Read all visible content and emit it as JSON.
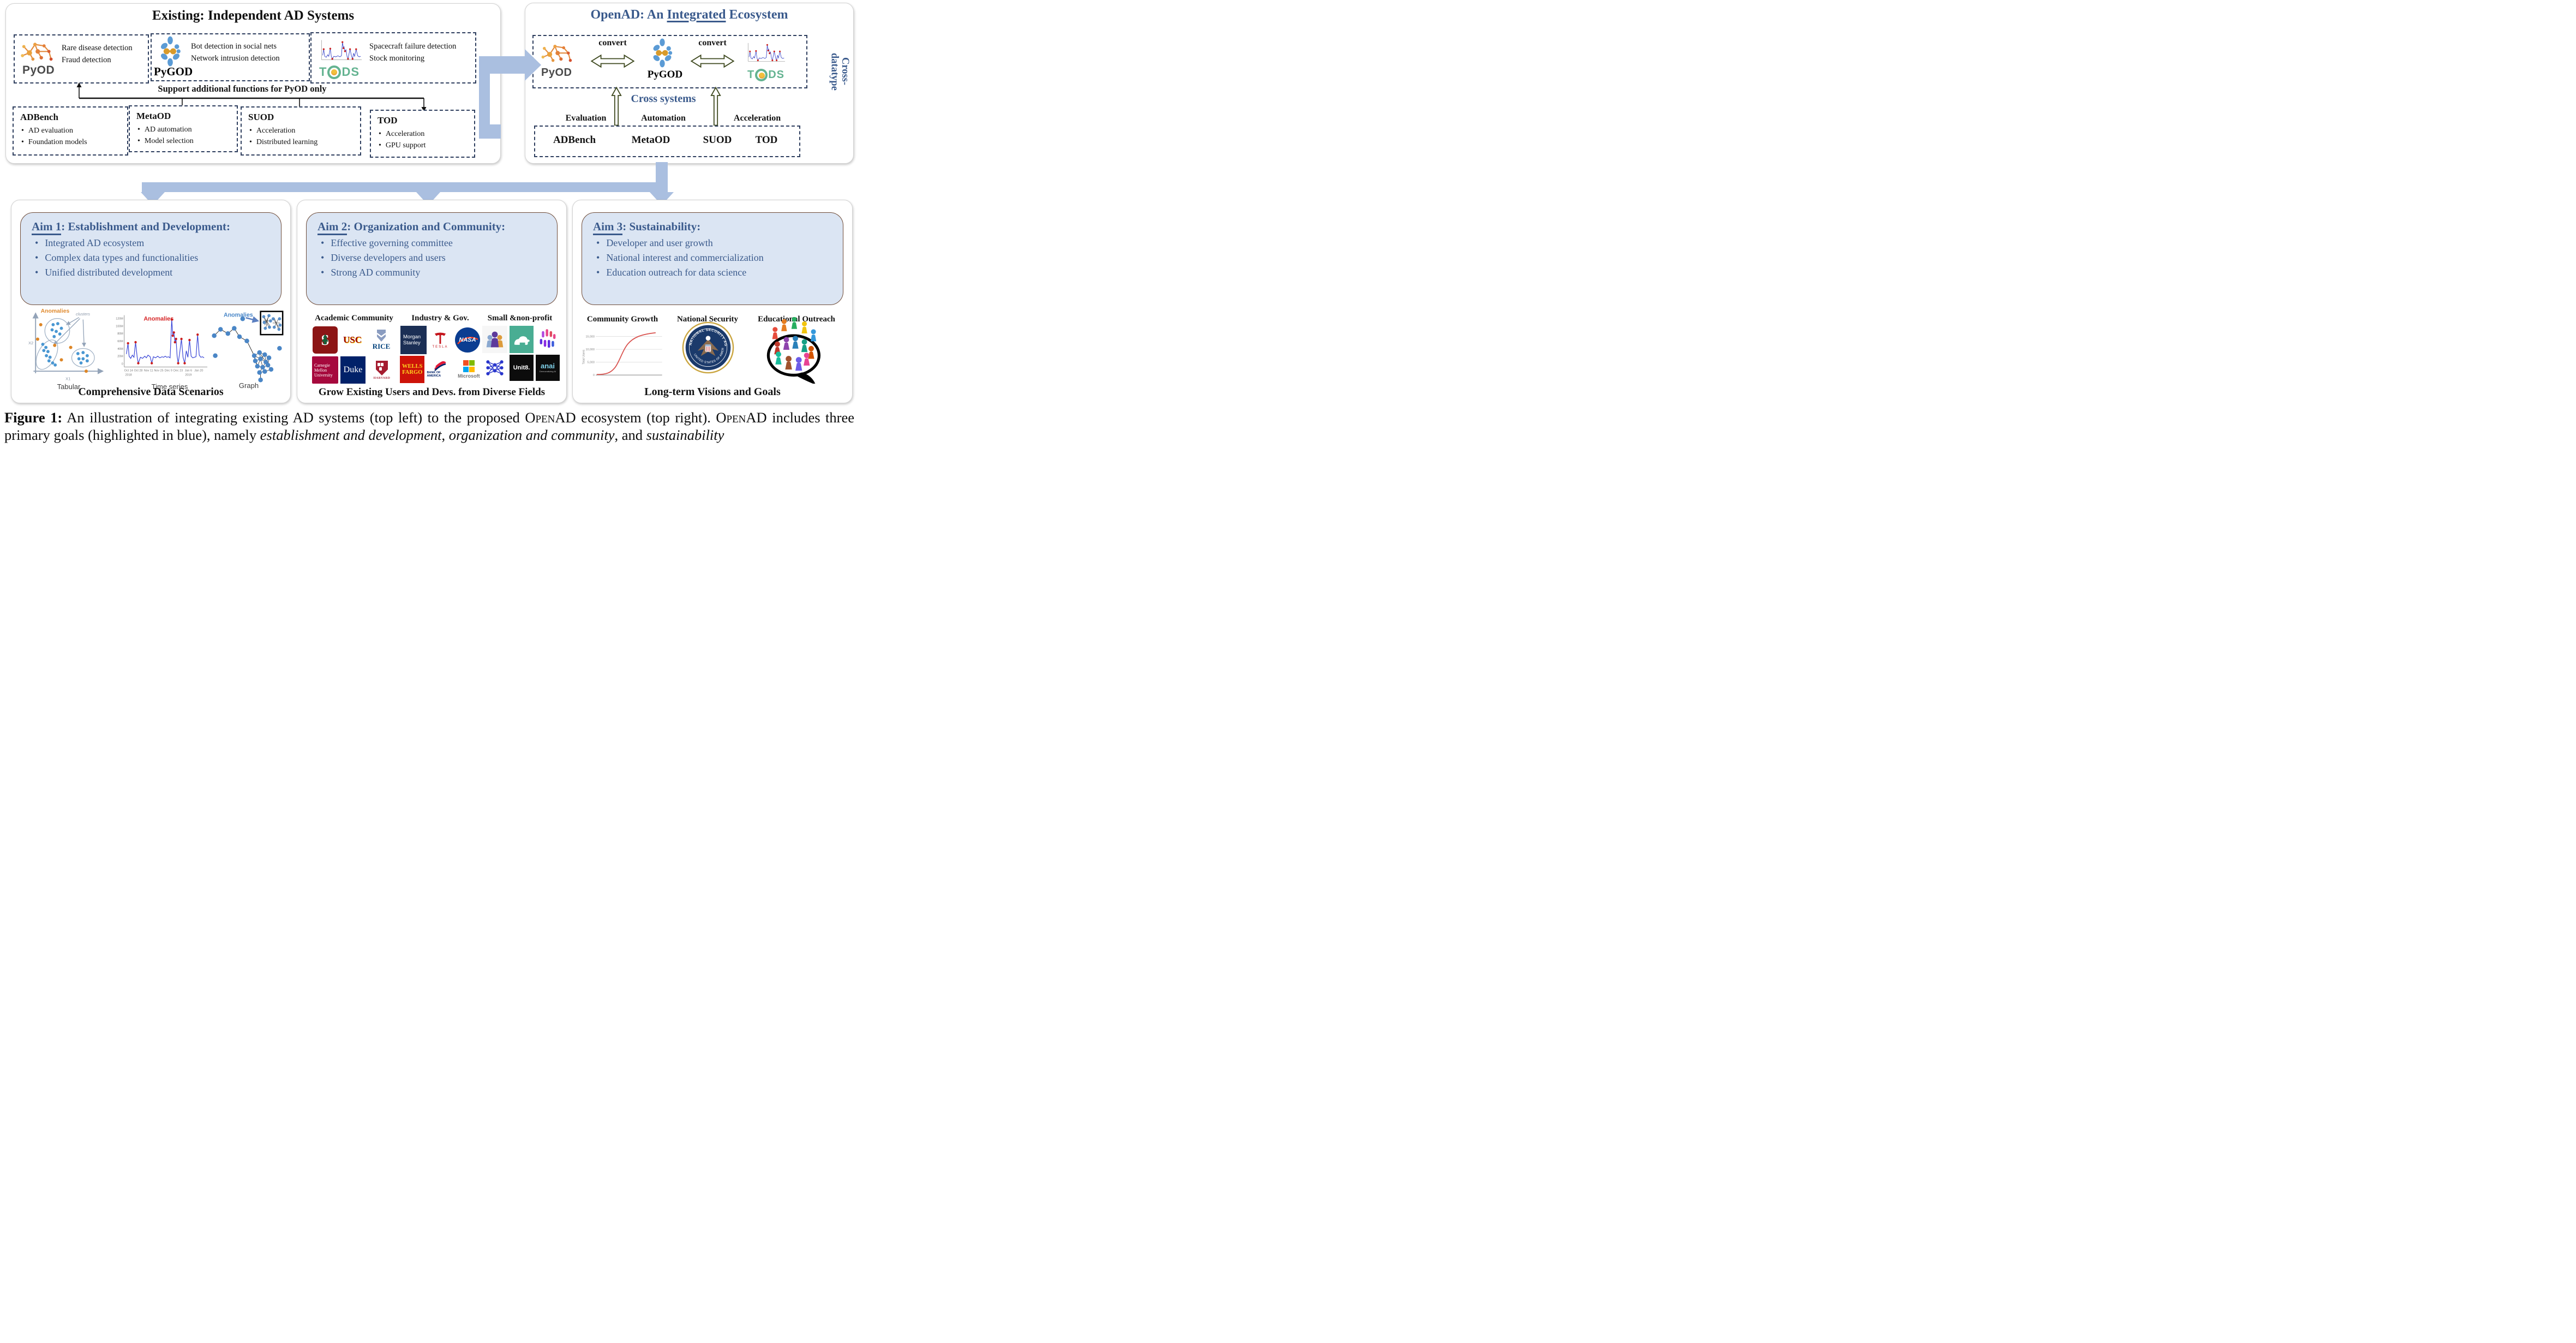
{
  "existing_panel": {
    "title": "Existing: Independent AD Systems",
    "systems": [
      {
        "name": "PyOD",
        "lines": [
          "Rare disease detection",
          "Fraud detection"
        ]
      },
      {
        "name": "PyGOD",
        "lines": [
          "Bot detection in social nets",
          "Network intrusion detection"
        ]
      },
      {
        "name": "TODS",
        "lines": [
          "Spacecraft failure detection",
          "Stock monitoring"
        ]
      }
    ],
    "support_note": "Support additional functions for PyOD only",
    "tools": [
      {
        "name": "ADBench",
        "bullets": [
          "AD evaluation",
          "Foundation models"
        ]
      },
      {
        "name": "MetaOD",
        "bullets": [
          "AD automation",
          "Model selection"
        ]
      },
      {
        "name": "SUOD",
        "bullets": [
          "Acceleration",
          "Distributed learning"
        ]
      },
      {
        "name": "TOD",
        "bullets": [
          "Acceleration",
          "GPU support"
        ]
      }
    ]
  },
  "openad_panel": {
    "title": {
      "prefix": "OpenAD: An ",
      "underlined": "Integrated",
      "suffix": " Ecosystem"
    },
    "convert_label": "convert",
    "systems": [
      "PyOD",
      "PyGOD",
      "TODS"
    ],
    "cross_systems": "Cross systems",
    "cross_datatype": {
      "line1": "Cross-",
      "line2": "datatype"
    },
    "functions": [
      "Evaluation",
      "Automation",
      "Acceleration"
    ],
    "tools": [
      "ADBench",
      "MetaOD",
      "SUOD",
      "TOD"
    ]
  },
  "aims": [
    {
      "tag": "Aim 1",
      "rest": ": Establishment and Development:",
      "bullets": [
        "Integrated AD ecosystem",
        "Complex data types and functionalities",
        "Unified distributed development"
      ],
      "caption": "Comprehensive Data Scenarios"
    },
    {
      "tag": "Aim 2",
      "rest": ": Organization and Community:",
      "bullets": [
        "Effective governing committee",
        "Diverse developers and users",
        "Strong AD community"
      ],
      "caption": "Grow Existing Users and Devs. from Diverse Fields"
    },
    {
      "tag": "Aim 3",
      "rest": ": Sustainability:",
      "bullets": [
        "Developer and user growth",
        "National interest and commercialization",
        "Education outreach for data science"
      ],
      "caption": "Long-term Visions and Goals"
    }
  ],
  "data_scenarios": {
    "tabular": {
      "label": "Tabular",
      "anomalies": "Anomalies",
      "clusters": "clusters",
      "x_label": "X1",
      "y_label": "X2"
    },
    "time_series": {
      "label": "Time series",
      "anomalies": "Anomalies",
      "y_ticks": [
        "120M",
        "100M",
        "80M",
        "60M",
        "40M",
        "20M",
        "0"
      ],
      "x_ticks": [
        "Oct 14",
        "Oct 28",
        "Nov 11",
        "Nov 25",
        "Dec 9",
        "Dec 23",
        "Jan 6",
        "Jan 20"
      ],
      "year_start": "2018",
      "year_end": "2019"
    },
    "graph": {
      "label": "Graph",
      "anomalies": "Anomalies"
    }
  },
  "community": {
    "columns": [
      {
        "header": "Academic Community"
      },
      {
        "header": "Industry & Gov."
      },
      {
        "header": "Small &non-profit"
      }
    ]
  },
  "logos": {
    "stanford": "S",
    "usc": "USC",
    "rice": "RICE",
    "cmu_l1": "Carnegie",
    "cmu_l2": "Mellon",
    "cmu_l3": "University",
    "duke": "Duke",
    "harvard": "HARVARD",
    "morgan_l1": "Morgan",
    "morgan_l2": "Stanley",
    "tesla": "TESLA",
    "nasa": "NASA",
    "wells_l1": "WELLS",
    "wells_l2": "FARGO",
    "bofa": "BANK OF AMERICA",
    "microsoft": "Microsoft",
    "unit8": "Unit8.",
    "anai": "anai",
    "anai_sub": "Democratizing AI"
  },
  "visions": {
    "community_growth": {
      "header": "Community Growth",
      "y_axis": "Total Users",
      "y_ticks": [
        "15,000",
        "10,000",
        "5,000",
        "0"
      ]
    },
    "national_security": {
      "header": "National Security",
      "seal_top": "NATIONAL SECURITY AGENCY",
      "seal_bottom": "UNITED STATES OF AMERICA"
    },
    "educational_outreach": {
      "header": "Educational Outreach"
    }
  },
  "wordmarks": {
    "tods_pre": "T",
    "tods_post": "DS"
  },
  "figure_caption": {
    "label": "Figure 1:",
    "p1": " An illustration of integrating existing AD systems (top left) to the proposed ",
    "sc1": "OpenAD",
    "p2": " ecosystem (top right). ",
    "sc2": "OpenAD",
    "p3": " includes three primary goals (highlighted in blue), namely ",
    "i1": "establishment and development",
    "p4": ", ",
    "i2": "organization and community",
    "p5": ", and ",
    "i3": "sustainability"
  },
  "colors": {
    "accent_blue": "#3a5a8c",
    "aim_fill": "#dbe5f3",
    "arrow_blue": "#aabfe0",
    "dash_navy": "#2e3e5e",
    "olive": "#3f4a20",
    "tods_green": "#64b391",
    "pyod_orange": "#e28a3c",
    "anomaly_red": "#d62728",
    "anomaly_orange": "#e08a2e",
    "node_blue": "#4a86c6"
  }
}
